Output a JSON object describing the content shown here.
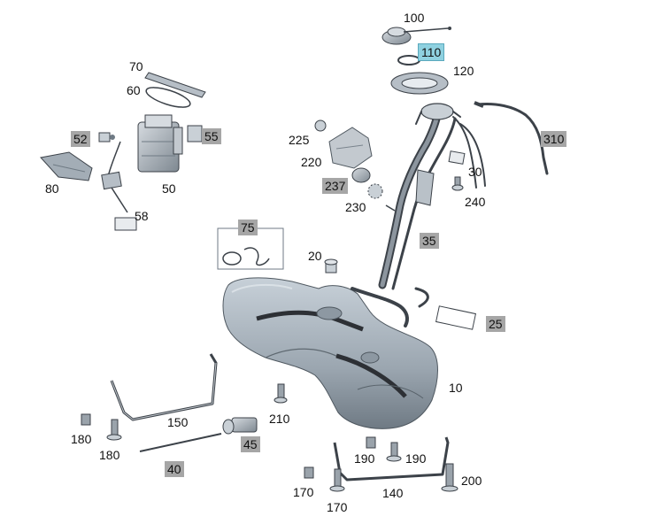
{
  "callouts": {
    "c100": "100",
    "c110": "110",
    "c120": "120",
    "c70": "70",
    "c60": "60",
    "c52": "52",
    "c55": "55",
    "c50": "50",
    "c80": "80",
    "c58": "58",
    "c225": "225",
    "c220": "220",
    "c237": "237",
    "c230": "230",
    "c310": "310",
    "c30": "30",
    "c240": "240",
    "c35": "35",
    "c75": "75",
    "c20": "20",
    "c25": "25",
    "c10": "10",
    "c150": "150",
    "c210": "210",
    "c180a": "180",
    "c180b": "180",
    "c45": "45",
    "c40": "40",
    "c190a": "190",
    "c190b": "190",
    "c170a": "170",
    "c170b": "170",
    "c140": "140",
    "c200": "200"
  },
  "colors": {
    "tank_fill": "#a9b4be",
    "tank_dark": "#6f7a84",
    "part_gray": "#9aa3ab",
    "label_box": "#a6a6a6",
    "highlight_box": "#8fd1e0",
    "strap": "#2d3035"
  }
}
